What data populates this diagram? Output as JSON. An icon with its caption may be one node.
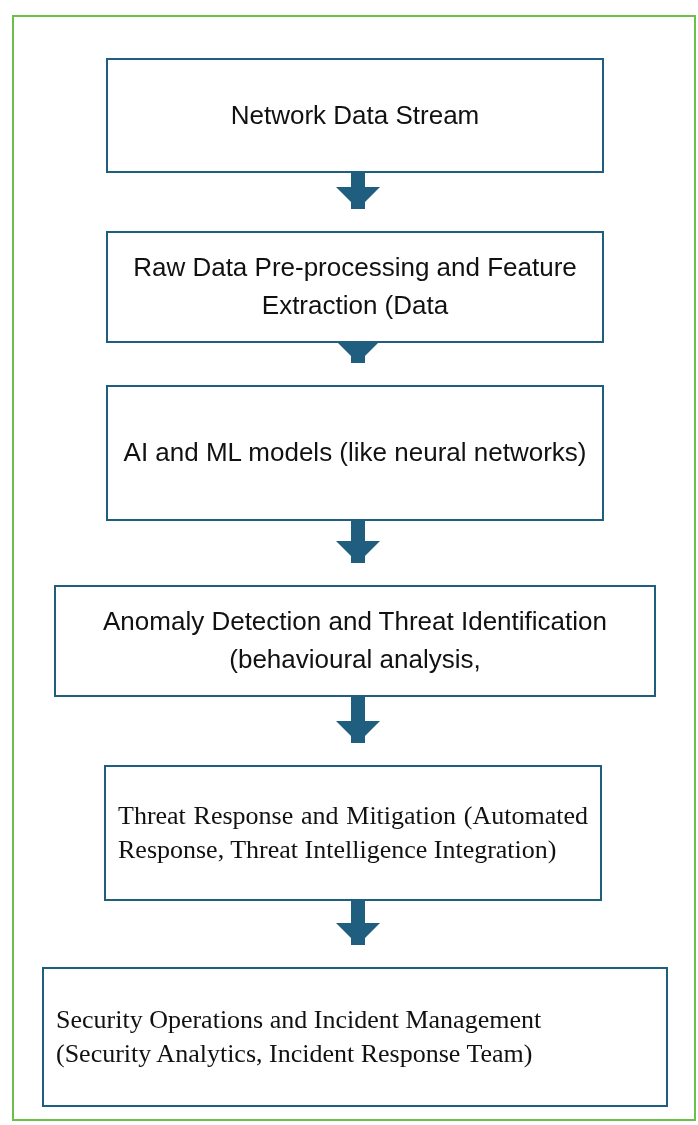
{
  "diagram": {
    "nodes": [
      {
        "text": [
          "Network Data Stream"
        ]
      },
      {
        "text": [
          "Raw Data Pre-processing and Feature Extraction (Data"
        ]
      },
      {
        "text": [
          "AI and ML models (like neural networks)"
        ]
      },
      {
        "text": [
          "Anomaly Detection and Threat Identification (behavioural analysis,"
        ]
      },
      {
        "text": [
          "Threat Response and Mitigation (Automated Response, Threat Intelligence Integration)"
        ]
      },
      {
        "text": [
          "Security Operations and Incident Management",
          "(Security Analytics, Incident Response Team)"
        ]
      }
    ],
    "edges": [
      {
        "from": 0,
        "to": 1,
        "arrow": "to"
      },
      {
        "from": 1,
        "to": 2,
        "arrow": "to"
      },
      {
        "from": 2,
        "to": 3,
        "arrow": "to"
      },
      {
        "from": 3,
        "to": 4,
        "arrow": "to"
      },
      {
        "from": 4,
        "to": 5,
        "arrow": "to"
      }
    ]
  }
}
